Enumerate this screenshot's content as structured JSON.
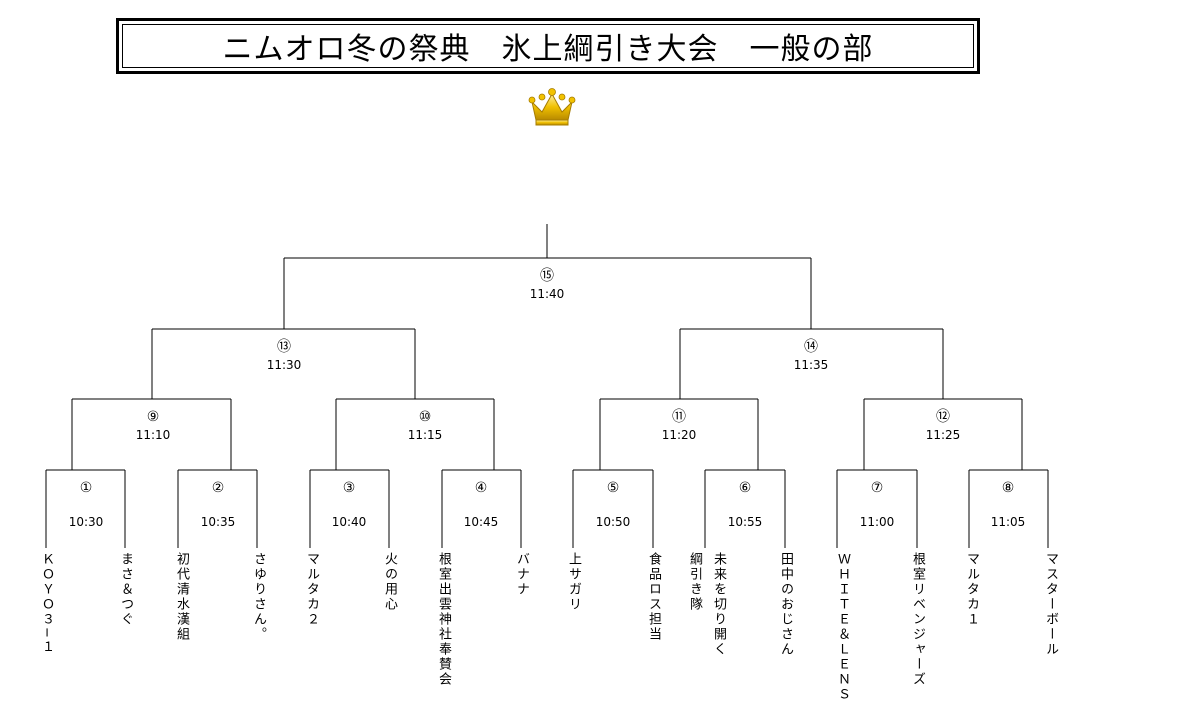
{
  "title": "ニムオロ冬の祭典　氷上綱引き大会　一般の部",
  "champion_icon": "crown-icon",
  "colors": {
    "line": "#000000",
    "crown_gold": "#e8b800",
    "crown_light": "#ffe680"
  },
  "matches": [
    {
      "num": "①",
      "time": "10:30"
    },
    {
      "num": "②",
      "time": "10:35"
    },
    {
      "num": "③",
      "time": "10:40"
    },
    {
      "num": "④",
      "time": "10:45"
    },
    {
      "num": "⑤",
      "time": "10:50"
    },
    {
      "num": "⑥",
      "time": "10:55"
    },
    {
      "num": "⑦",
      "time": "11:00"
    },
    {
      "num": "⑧",
      "time": "11:05"
    },
    {
      "num": "⑨",
      "time": "11:10"
    },
    {
      "num": "⑩",
      "time": "11:15"
    },
    {
      "num": "⑪",
      "time": "11:20"
    },
    {
      "num": "⑫",
      "time": "11:25"
    },
    {
      "num": "⑬",
      "time": "11:30"
    },
    {
      "num": "⑭",
      "time": "11:35"
    },
    {
      "num": "⑮",
      "time": "11:40"
    }
  ],
  "teams": [
    "ＫＯＹＯ３−１",
    "まさ＆つぐ",
    "初代清水漢組",
    "さゆりさん。",
    "マルタカ２",
    "火の用心",
    "根室出雲神社奉賛会",
    "バナナ",
    "上サガリ",
    "食品ロス担当",
    "綱引き隊",
    "未来を切り開く",
    "田中のおじさん",
    "ＷＨＩＴＥ＆ＬＥＮＳ",
    "根室リベンジャーズ",
    "マルタカ１",
    "マスターボール"
  ]
}
